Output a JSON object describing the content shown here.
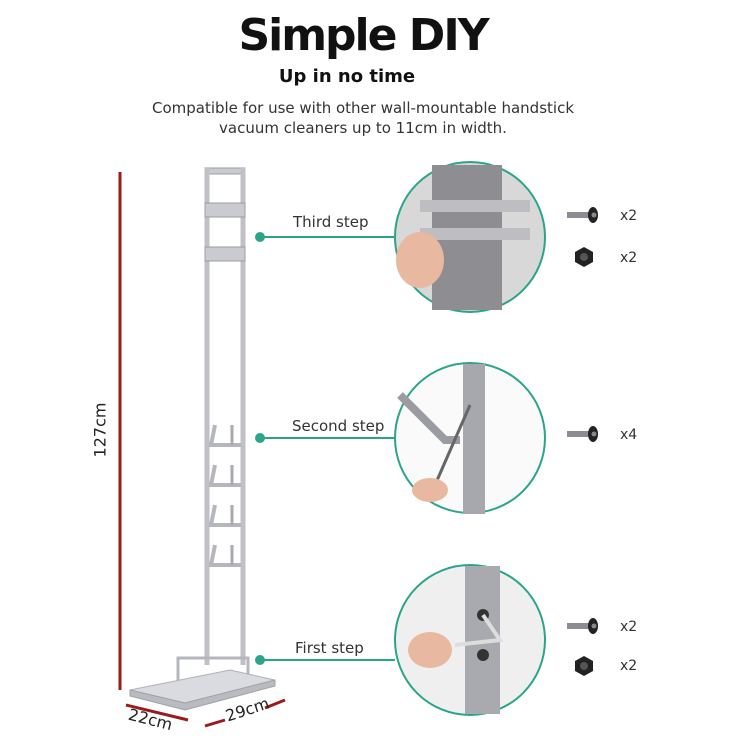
{
  "header": {
    "title": "Simple DIY",
    "subtitle": "Up in no time",
    "description_line1": "Compatible for use with other wall-mountable handstick",
    "description_line2": "vacuum cleaners up to 11cm in width."
  },
  "dimensions": {
    "height": "127cm",
    "depth": "22cm",
    "width": "29cm"
  },
  "steps": [
    {
      "label": "Third step",
      "parts": [
        {
          "icon": "screw-icon",
          "qty": "x2"
        },
        {
          "icon": "nut-icon",
          "qty": "x2"
        }
      ]
    },
    {
      "label": "Second step",
      "parts": [
        {
          "icon": "screw-icon",
          "qty": "x4"
        }
      ]
    },
    {
      "label": "First step",
      "parts": [
        {
          "icon": "screw-icon",
          "qty": "x2"
        },
        {
          "icon": "nut-icon",
          "qty": "x2"
        }
      ]
    }
  ],
  "colors": {
    "accent": "#2aa58a",
    "dimension": "#9b1b1b"
  }
}
